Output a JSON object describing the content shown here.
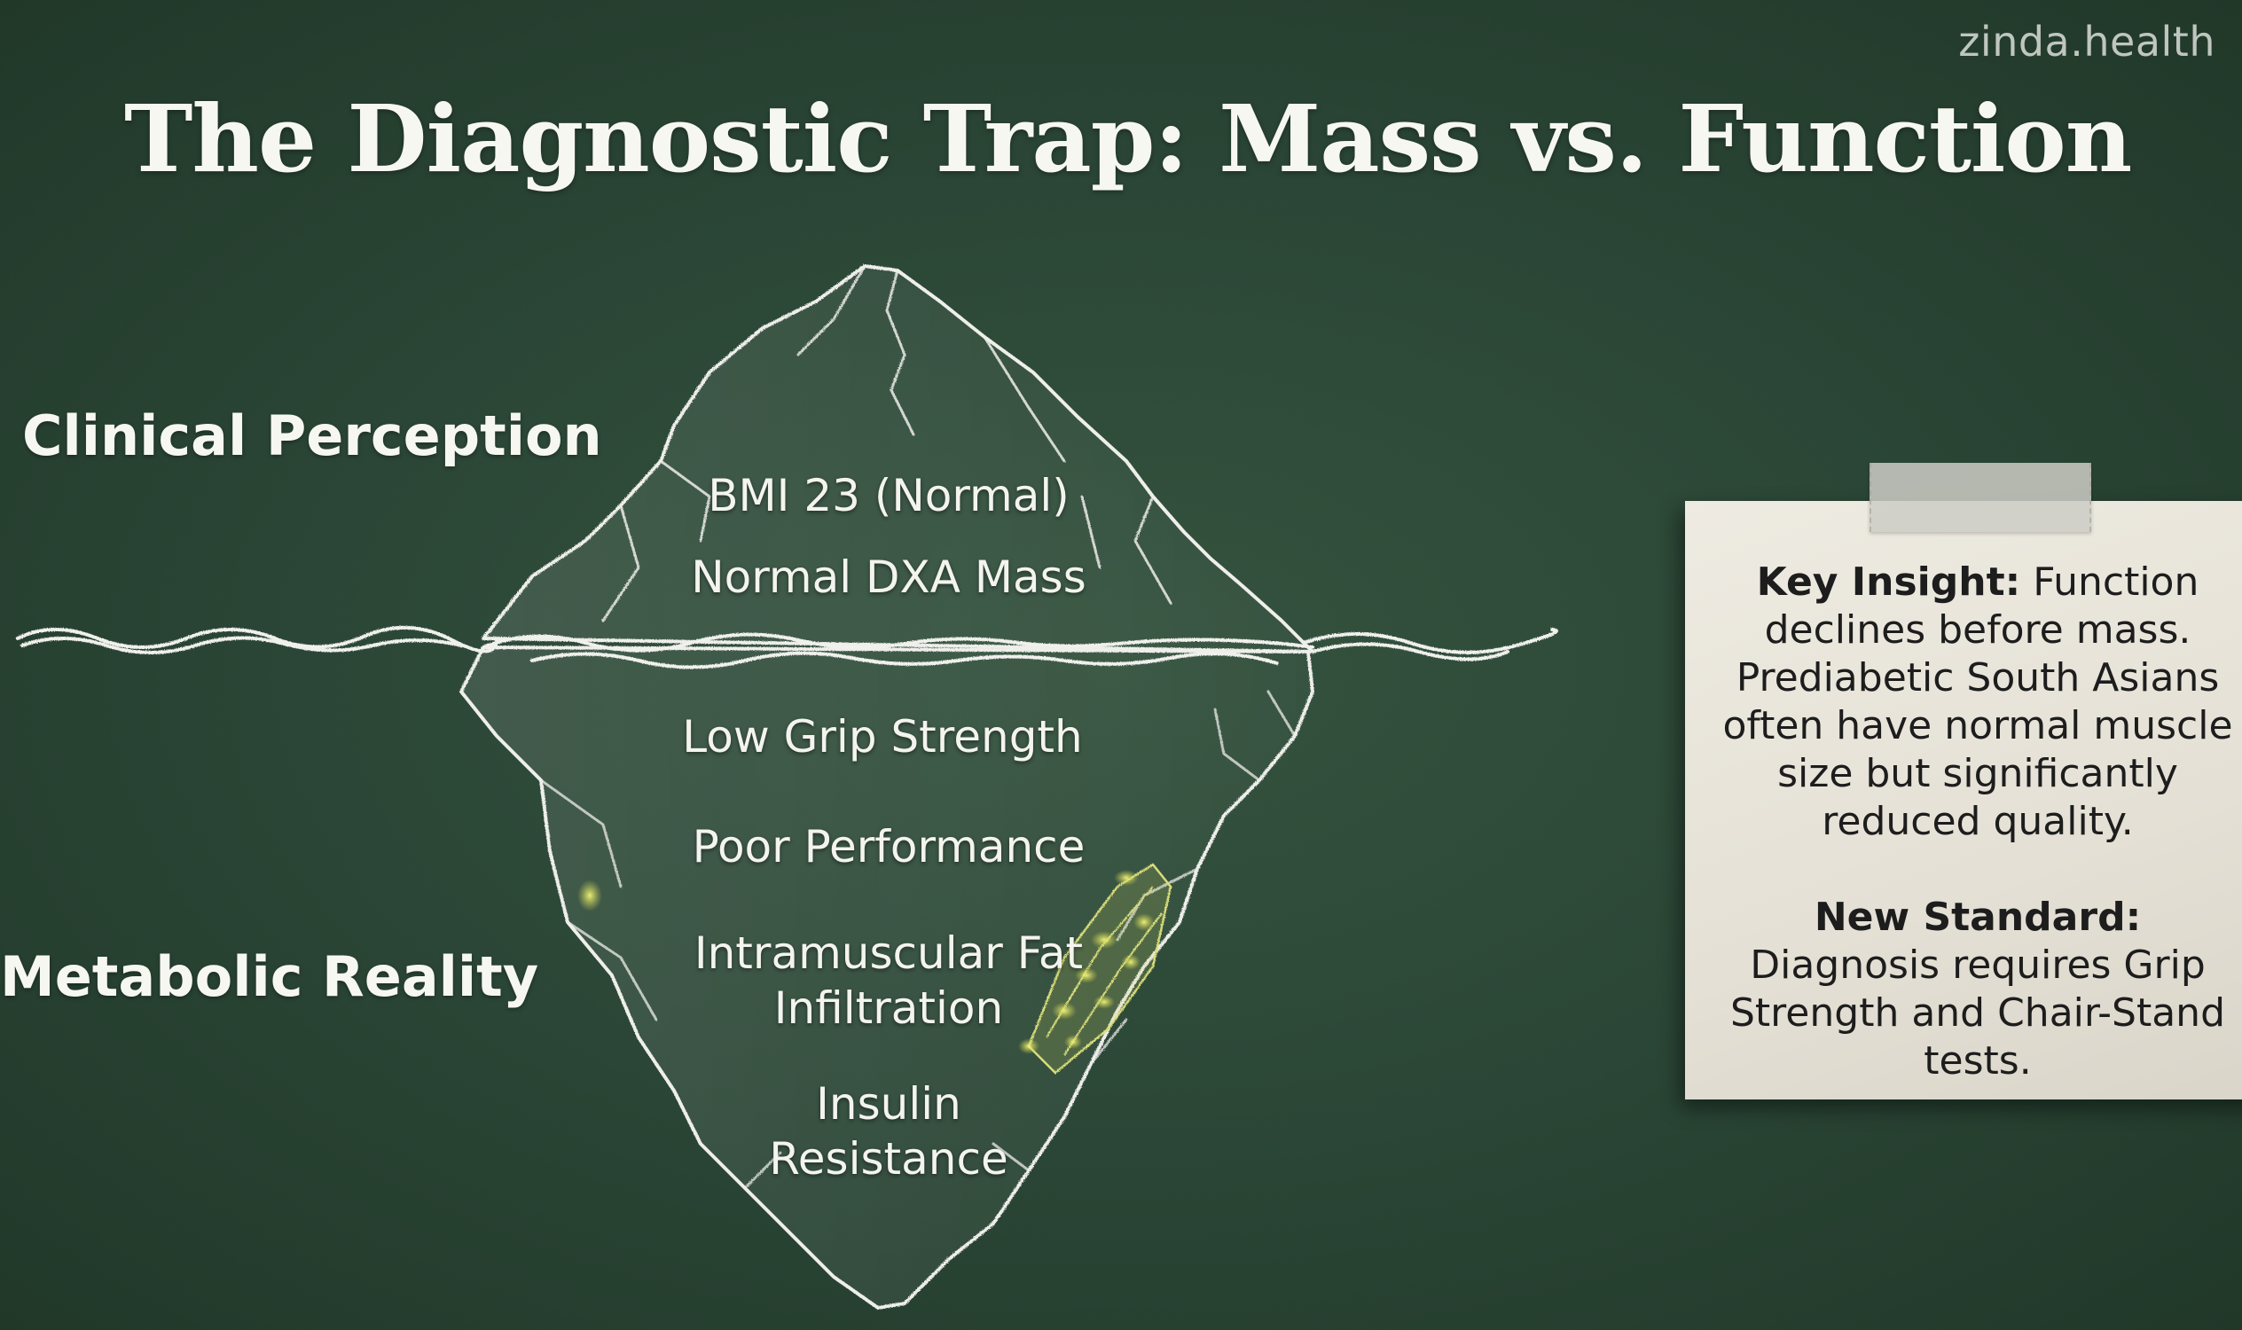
{
  "brand": "zinda.health",
  "title": "The Diagnostic Trap: Mass vs. Function",
  "labels": {
    "clinical": "Clinical Perception",
    "metabolic": "Metabolic Reality"
  },
  "above_water": {
    "bmi": "BMI 23 (Normal)",
    "dxa": "Normal DXA Mass"
  },
  "below_water": {
    "grip": "Low Grip Strength",
    "performance": "Poor Performance",
    "fat_line1": "Intramuscular Fat",
    "fat_line2": "Infiltration",
    "insulin_line1": "Insulin",
    "insulin_line2": "Resistance"
  },
  "note": {
    "insight_heading": "Key Insight:",
    "insight_text": " Function declines before mass. Prediabetic South Asians often have normal muscle size but significantly reduced quality.",
    "standard_heading": "New Standard:",
    "standard_text": " Diagnosis requires Grip Strength and Chair-Stand tests."
  },
  "colors": {
    "chalkboard": "#2a4535",
    "chalk": "#f2f2ee",
    "note_paper": "#e8e5dc",
    "fat_highlight": "#e6ea6a"
  }
}
